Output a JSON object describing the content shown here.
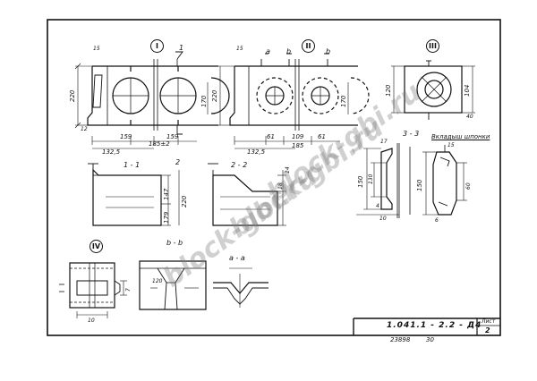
{
  "views": {
    "v1": "I",
    "v2": "II",
    "v3": "III",
    "v4": "IV",
    "insert_label": "Вкладыш шпонки"
  },
  "sections": {
    "s11": "1 - 1",
    "s22": "2 - 2",
    "s33": "3 - 3",
    "sbb": "b - b",
    "saa": "a - a",
    "cut1": "1",
    "cut2": "2",
    "cut_a": "a",
    "cut_b": "b",
    "cut_b2": "b"
  },
  "dims": {
    "d220": "220",
    "d170": "170",
    "d1325": "132,5",
    "d1325b": "132,5",
    "d159": "159",
    "d1852": "185±2",
    "d159b": "159",
    "d61": "61",
    "d109": "109",
    "d185": "185",
    "d61b": "61",
    "d15": "15",
    "d15b": "15",
    "d12": "12",
    "d104": "104",
    "d40": "40",
    "d120": "120",
    "d147": "147",
    "d179": "179",
    "d18": "18",
    "d14": "14",
    "d17": "17",
    "d4": "4",
    "d150": "150",
    "d130": "130",
    "d60": "60",
    "d10": "10",
    "d6": "6",
    "d15c": "15",
    "d7": "7"
  },
  "title_block": {
    "code": "1.041.1 - 2.2 - Д4",
    "sheet_label": "Лист",
    "sheet_number": "2",
    "archive_number": "23898",
    "archive_sheet": "30"
  },
  "watermarks": [
    "block-gbi.ru",
    "block-gbi.ru",
    "block-gbi.ru"
  ]
}
